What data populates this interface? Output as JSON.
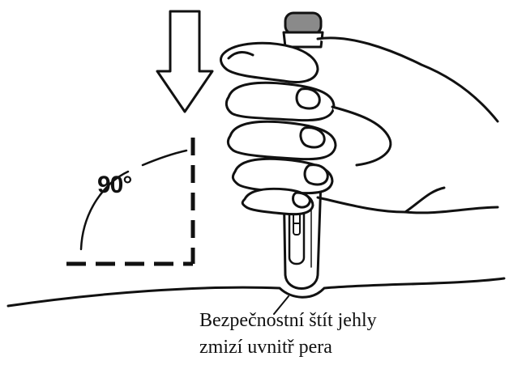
{
  "angle": {
    "label": "90°"
  },
  "caption": {
    "line1": "Bezpečnostní štít jehly",
    "line2": "zmizí uvnitř pera"
  },
  "colors": {
    "ink": "#111111",
    "background": "#ffffff",
    "pen_cap": "#8a8a8a"
  }
}
